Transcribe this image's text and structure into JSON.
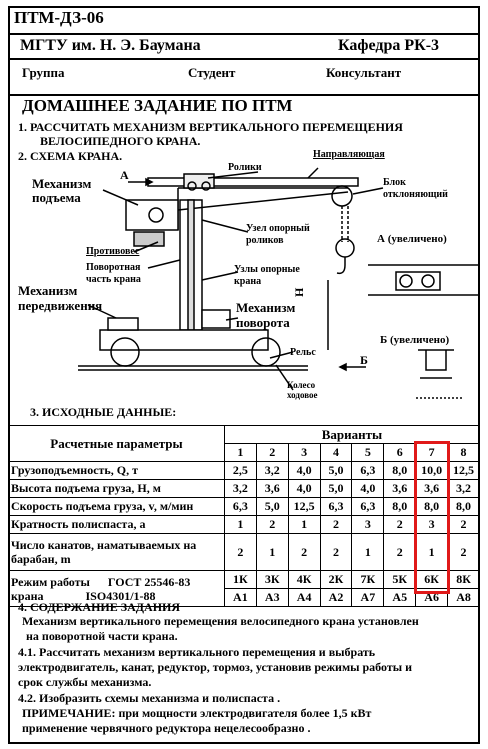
{
  "header": {
    "code": "ПТМ-ДЗ-06",
    "university": "МГТУ им. Н. Э. Баумана",
    "department": "Кафедра РК-3",
    "group_label": "Группа",
    "student_label": "Студент",
    "consultant_label": "Консультант",
    "title": "ДОМАШНЕЕ ЗАДАНИЕ ПО ПТМ"
  },
  "tasks": {
    "line1a": "1. РАССЧИТАТЬ МЕХАНИЗМ ВЕРТИКАЛЬНОГО ПЕРЕМЕЩЕНИЯ",
    "line1b": "ВЕЛОСИПЕДНОГО КРАНА.",
    "line2": "2. СХЕМА КРАНА."
  },
  "diagram": {
    "lift_mechanism": "Механизм подъема",
    "lift_mechanism_a": "Механизм",
    "lift_mechanism_b": "подъема",
    "rollers": "Ролики",
    "guide": "Направляющая",
    "block_a": "Блок",
    "block_b": "отклоняющий",
    "upper_roller_a": "Узел опорный",
    "upper_roller_b": "роликов",
    "counterweight": "Противовес",
    "rotating_a": "Поворотная",
    "rotating_b": "часть крана",
    "support_a": "Узлы опорные",
    "support_b": "крана",
    "travel_a": "Механизм",
    "travel_b": "передвижения",
    "rotation_a": "Механизм",
    "rotation_b": "поворота",
    "rail": "Рельс",
    "wheel_a": "Колесо",
    "wheel_b": "ходовое",
    "label_A": "А",
    "label_B": "Б",
    "label_H": "Н",
    "view_A": "А (увеличено)",
    "view_B": "Б (увеличено)"
  },
  "section3": "3. ИСХОДНЫЕ ДАННЫЕ:",
  "table": {
    "param_header": "Расчетные параметры",
    "variants_header": "Варианты",
    "variants": [
      "1",
      "2",
      "3",
      "4",
      "5",
      "6",
      "7",
      "8"
    ],
    "rows": [
      {
        "label": "Грузоподъемность, Q, т",
        "values": [
          "2,5",
          "3,2",
          "4,0",
          "5,0",
          "6,3",
          "8,0",
          "10,0",
          "12,5"
        ]
      },
      {
        "label": "Высота подъема груза, Н, м",
        "values": [
          "3,2",
          "3,6",
          "4,0",
          "5,0",
          "4,0",
          "3,6",
          "3,6",
          "3,2"
        ]
      },
      {
        "label": "Скорость подъема груза, v, м/мин",
        "values": [
          "6,3",
          "5,0",
          "12,5",
          "6,3",
          "6,3",
          "8,0",
          "8,0",
          "8,0"
        ]
      },
      {
        "label": "Кратность полиспаста, a",
        "values": [
          "1",
          "2",
          "1",
          "2",
          "3",
          "2",
          "3",
          "2"
        ]
      },
      {
        "label_a": "Число канатов, наматываемых на",
        "label_b": "барабан, m",
        "values": [
          "2",
          "1",
          "2",
          "2",
          "1",
          "2",
          "1",
          "2"
        ]
      }
    ],
    "mode_label_a": "Режим работы",
    "mode_label_b": "крана",
    "gost": "ГОСТ 25546-83",
    "iso": "ISO4301/1-88",
    "gost_values": [
      "1К",
      "3К",
      "4К",
      "2К",
      "7К",
      "5К",
      "6К",
      "8К"
    ],
    "iso_values": [
      "А1",
      "А3",
      "А4",
      "А2",
      "А7",
      "А5",
      "А6",
      "А8"
    ]
  },
  "section4": {
    "title": "4. СОДЕРЖАНИЕ ЗАДАНИЯ",
    "p1a": "Механизм вертикального перемещения  велосипедного крана установлен",
    "p1b": "на поворотной части крана.",
    "p2a": "4.1. Рассчитать механизм вертикального перемещения и выбрать",
    "p2b": "электродвигатель, канат, редуктор, тормоз, установив режимы работы и",
    "p2c": "срок службы механизма.",
    "p3": "4.2. Изобразить схемы механизма и полиспаста .",
    "p4a": "ПРИМЕЧАНИЕ: при мощности электродвигателя более 1,5 кВт",
    "p4b": "применение червячного редуктора  нецелесообразно ."
  }
}
